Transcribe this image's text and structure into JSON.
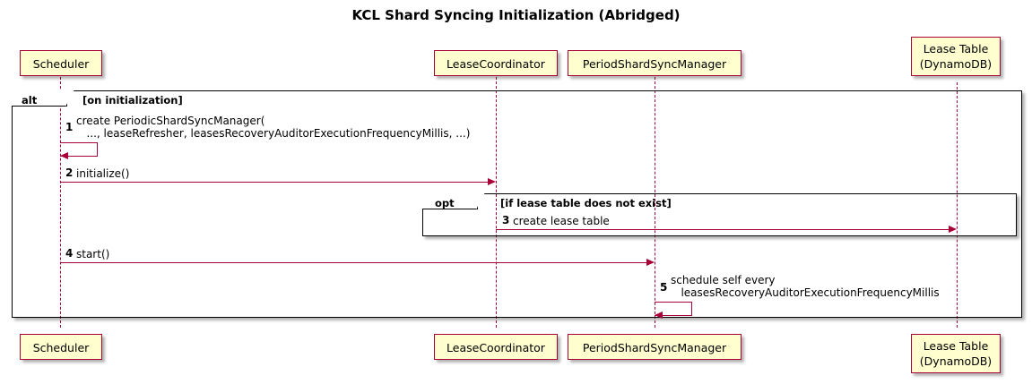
{
  "title": "KCL Shard Syncing Initialization (Abridged)",
  "participants": [
    {
      "name": "Scheduler",
      "label": "Scheduler"
    },
    {
      "name": "LeaseCoordinator",
      "label": "LeaseCoordinator"
    },
    {
      "name": "PeriodShardSyncManager",
      "label": "PeriodShardSyncManager"
    },
    {
      "name": "LeaseTable",
      "label": "Lease Table\n(DynamoDB)"
    }
  ],
  "fragments": [
    {
      "type": "alt",
      "label": "alt",
      "condition": "[on initialization]"
    },
    {
      "type": "opt",
      "label": "opt",
      "condition": "[if lease table does not exist]"
    }
  ],
  "messages": [
    {
      "number": "1",
      "text": "create PeriodicShardSyncManager(\n   ..., leaseRefresher, leasesRecoveryAuditorExecutionFrequencyMillis, ...)",
      "from": "Scheduler",
      "to": "Scheduler",
      "self": true
    },
    {
      "number": "2",
      "text": "initialize()",
      "from": "Scheduler",
      "to": "LeaseCoordinator",
      "self": false
    },
    {
      "number": "3",
      "text": "create lease table",
      "from": "LeaseCoordinator",
      "to": "LeaseTable",
      "self": false
    },
    {
      "number": "4",
      "text": "start()",
      "from": "Scheduler",
      "to": "PeriodShardSyncManager",
      "self": false
    },
    {
      "number": "5",
      "text": "schedule self every\n   leasesRecoveryAuditorExecutionFrequencyMillis",
      "from": "PeriodShardSyncManager",
      "to": "PeriodShardSyncManager",
      "self": true
    }
  ],
  "colors": {
    "participant_fill": "#FEFECE",
    "participant_border": "#A80036",
    "lifeline": "#A80036",
    "arrow": "#A80036",
    "frame_border": "#000000",
    "background": "#FFFFFF",
    "text": "#000000"
  }
}
